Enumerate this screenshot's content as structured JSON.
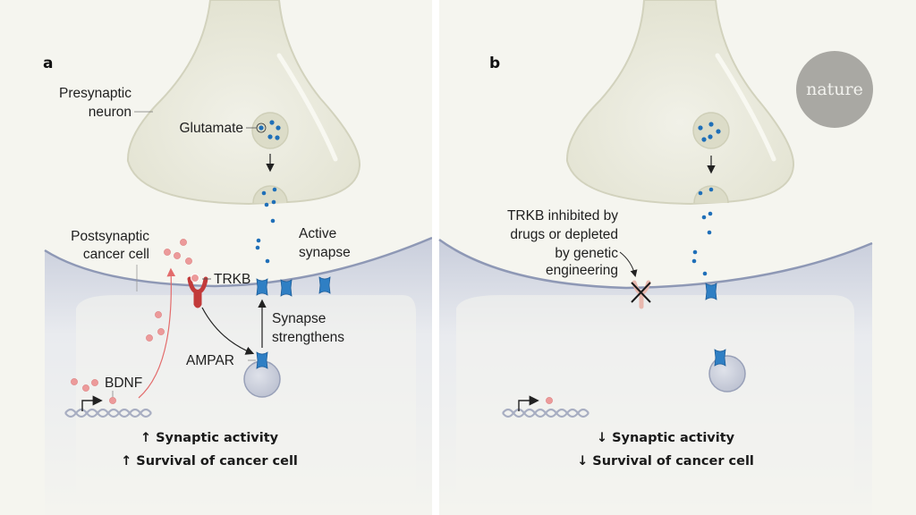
{
  "figure": {
    "publisher_badge": "nature",
    "colors": {
      "background": "#f5f5ef",
      "neuron_fill": "#e6e6d6",
      "neuron_stroke": "#d2d2bd",
      "postsynaptic_membrane": "#8e98b5",
      "postsynaptic_shade": "#d5d9e4",
      "glutamate": "#1f6fb8",
      "ampar": "#2f7fc4",
      "trkb": "#c23a3a",
      "bdnf": "#ec9a9a",
      "badge": "#a9a8a3"
    }
  },
  "panel_a": {
    "letter": "a",
    "labels": {
      "presynaptic_1": "Presynaptic",
      "presynaptic_2": "neuron",
      "glutamate": "Glutamate",
      "postsynaptic_1": "Postsynaptic",
      "postsynaptic_2": "cancer cell",
      "active_1": "Active",
      "active_2": "synapse",
      "trkb": "TRKB",
      "synapse_1": "Synapse",
      "synapse_2": "strengthens",
      "ampar": "AMPAR",
      "bdnf": "BDNF"
    },
    "outcomes": [
      "↑ Synaptic activity",
      "↑ Survival of cancer cell"
    ]
  },
  "panel_b": {
    "letter": "b",
    "labels": {
      "trkb_note_1": "TRKB inhibited by",
      "trkb_note_2": "drugs or depleted",
      "trkb_note_3": "by genetic",
      "trkb_note_4": "engineering"
    },
    "outcomes": [
      "↓ Synaptic activity",
      "↓ Survival of cancer cell"
    ]
  }
}
